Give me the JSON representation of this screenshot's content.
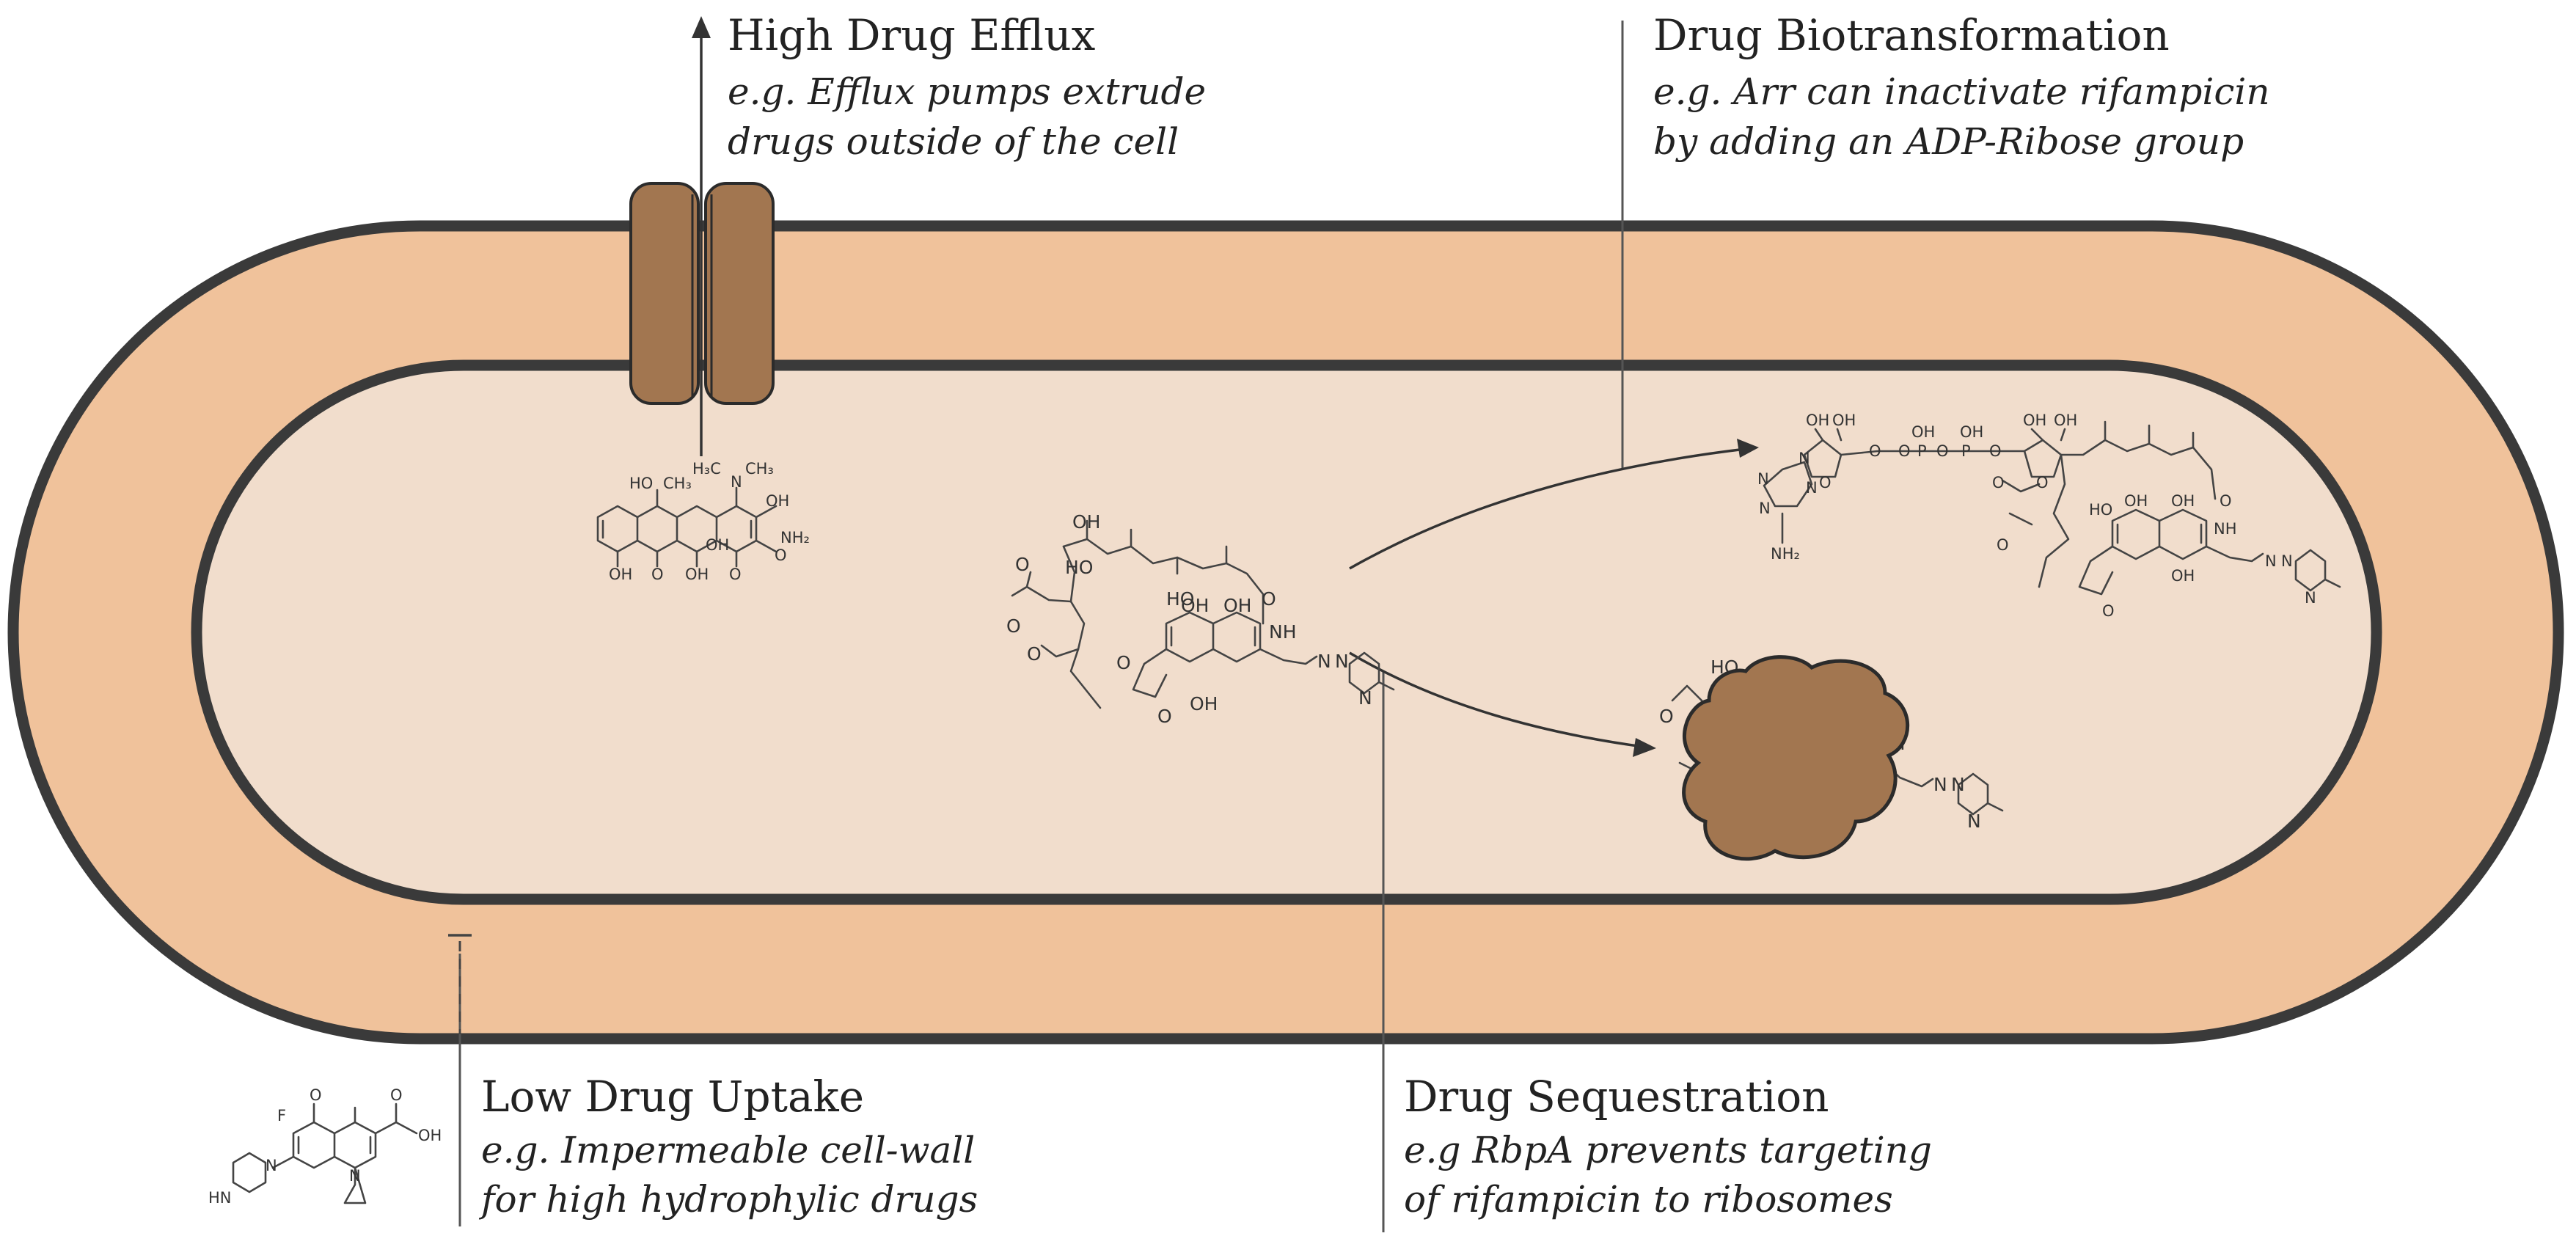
{
  "colors": {
    "outer_wall": "#f0c29b",
    "cytoplasm": "#f1ddcc",
    "membrane": "#3a3a3a",
    "pump_protein": "#a27650",
    "sequestering_protein": "#a27650",
    "text": "#222222"
  },
  "mechanisms": {
    "efflux": {
      "heading": "High Drug Efflux",
      "line1": "e.g. Efflux pumps extrude",
      "line2": "drugs outside of the cell"
    },
    "biotransformation": {
      "heading": "Drug Biotransformation",
      "line1": "e.g. Arr can inactivate rifampicin",
      "line2": "by adding an ADP-Ribose group"
    },
    "uptake": {
      "heading": "Low Drug Uptake",
      "line1": "e.g. Impermeable cell-wall",
      "line2": "for high hydrophylic drugs"
    },
    "sequestration": {
      "heading": "Drug Sequestration",
      "line1": "e.g RbpA prevents targeting",
      "line2": "of rifampicin to ribosomes"
    }
  },
  "molecules": {
    "tetracycline": {
      "labels": [
        "HO",
        "CH₃",
        "H₃C",
        "N",
        "CH₃",
        "OH",
        "NH₂",
        "OH",
        "O",
        "OH",
        "OH",
        "O",
        "O"
      ]
    },
    "rifampicin": {
      "labels": [
        "O",
        "HO",
        "OH",
        "HO",
        "O",
        "O",
        "OH",
        "OH",
        "NH",
        "O",
        "O",
        "O",
        "OH",
        "N",
        "N",
        "N"
      ]
    },
    "adp_ribosyl_rifampicin": {
      "labels": [
        "OH",
        "OH",
        "OH",
        "OH",
        "OH",
        "OH",
        "N",
        "N",
        "N",
        "N",
        "NH₂",
        "O",
        "O",
        "O",
        "P",
        "O",
        "P",
        "O",
        "O",
        "O",
        "HO",
        "OH",
        "OH",
        "NH",
        "O",
        "O",
        "O",
        "OH",
        "N",
        "N",
        "N"
      ]
    },
    "sequestered_rifampicin": {
      "labels": [
        "HO",
        "O",
        "NH",
        "N",
        "N",
        "N"
      ]
    },
    "fluoroquinolone": {
      "labels": [
        "O",
        "F",
        "O",
        "OH",
        "N",
        "N",
        "HN"
      ]
    }
  }
}
